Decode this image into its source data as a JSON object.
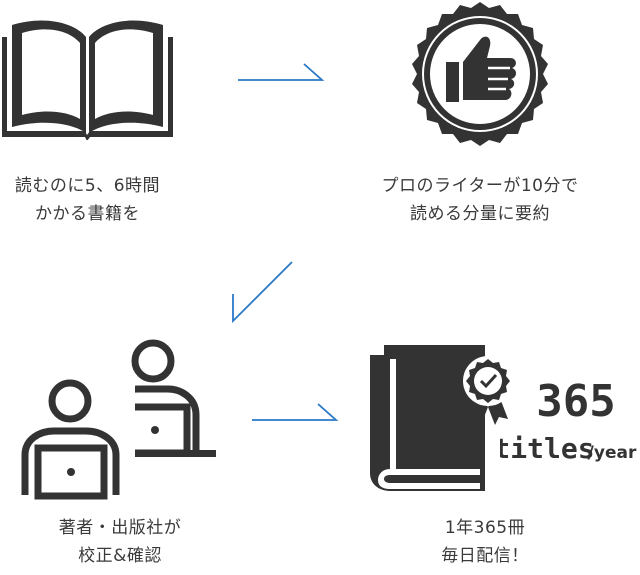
{
  "steps": [
    {
      "line1": "読むのに5、6時間",
      "line2": "かかる書籍を",
      "icon": "open-book-icon"
    },
    {
      "line1": "プロのライターが10分で",
      "line2": "読める分量に要約",
      "icon": "thumbs-up-badge-icon"
    },
    {
      "line1": "著者・出版社が",
      "line2": "校正&確認",
      "icon": "people-at-laptops-icon"
    },
    {
      "line1": "1年365冊",
      "line2": "毎日配信！",
      "icon": "award-book-icon"
    }
  ],
  "badge": {
    "number": "365",
    "unit": "titles",
    "per": "/year"
  },
  "colors": {
    "icon": "#333333",
    "arrow": "#2a78c8"
  }
}
